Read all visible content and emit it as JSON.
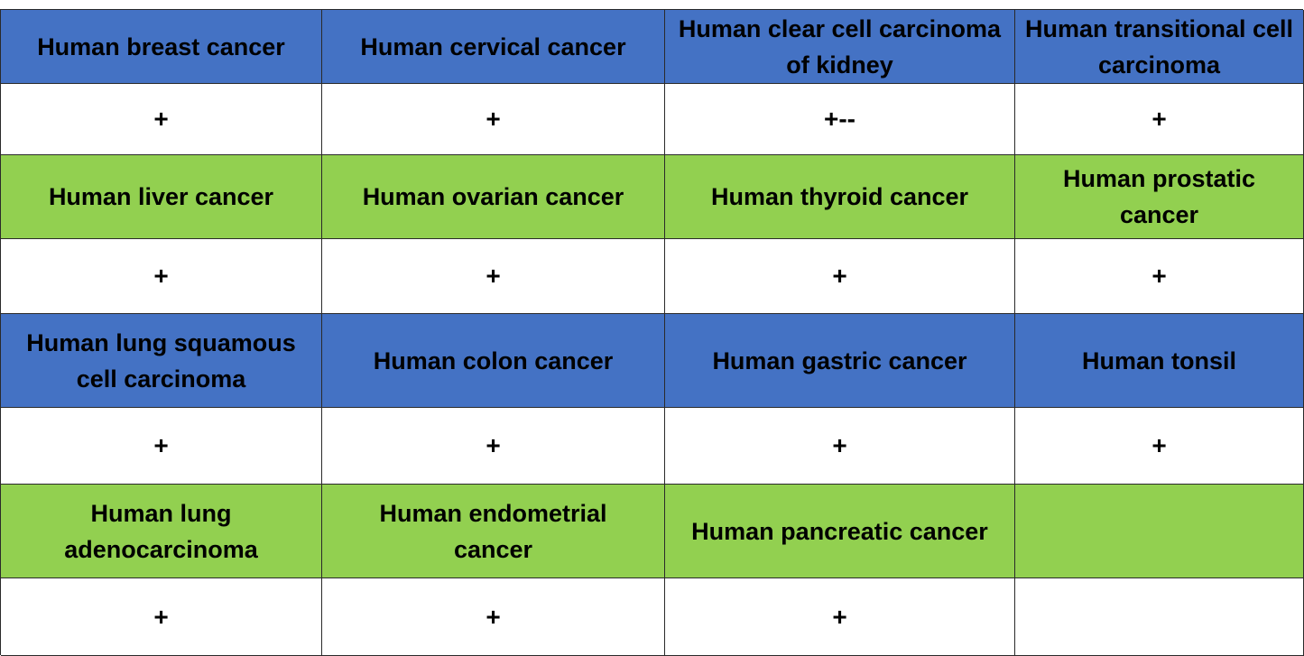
{
  "colors": {
    "header_blue": "#4472c4",
    "header_green": "#92d050",
    "value_row": "#ffffff",
    "border": "#2a2a2a"
  },
  "rows": [
    {
      "headers": [
        "Human breast cancer",
        "Human cervical cancer",
        "Human clear cell carcinoma of kidney",
        "Human transitional cell carcinoma"
      ],
      "values": [
        "+",
        "+",
        "+--",
        "+"
      ]
    },
    {
      "headers": [
        "Human liver cancer",
        "Human ovarian cancer",
        "Human thyroid cancer",
        "Human prostatic cancer"
      ],
      "values": [
        "+",
        "+",
        "+",
        "+"
      ]
    },
    {
      "headers": [
        "Human lung squamous cell carcinoma",
        "Human colon cancer",
        "Human gastric cancer",
        "Human tonsil"
      ],
      "values": [
        "+",
        "+",
        "+",
        "+"
      ]
    },
    {
      "headers": [
        "Human lung adenocarcinoma",
        "Human endometrial cancer",
        "Human pancreatic cancer",
        ""
      ],
      "values": [
        "+",
        "+",
        "+",
        ""
      ]
    }
  ]
}
